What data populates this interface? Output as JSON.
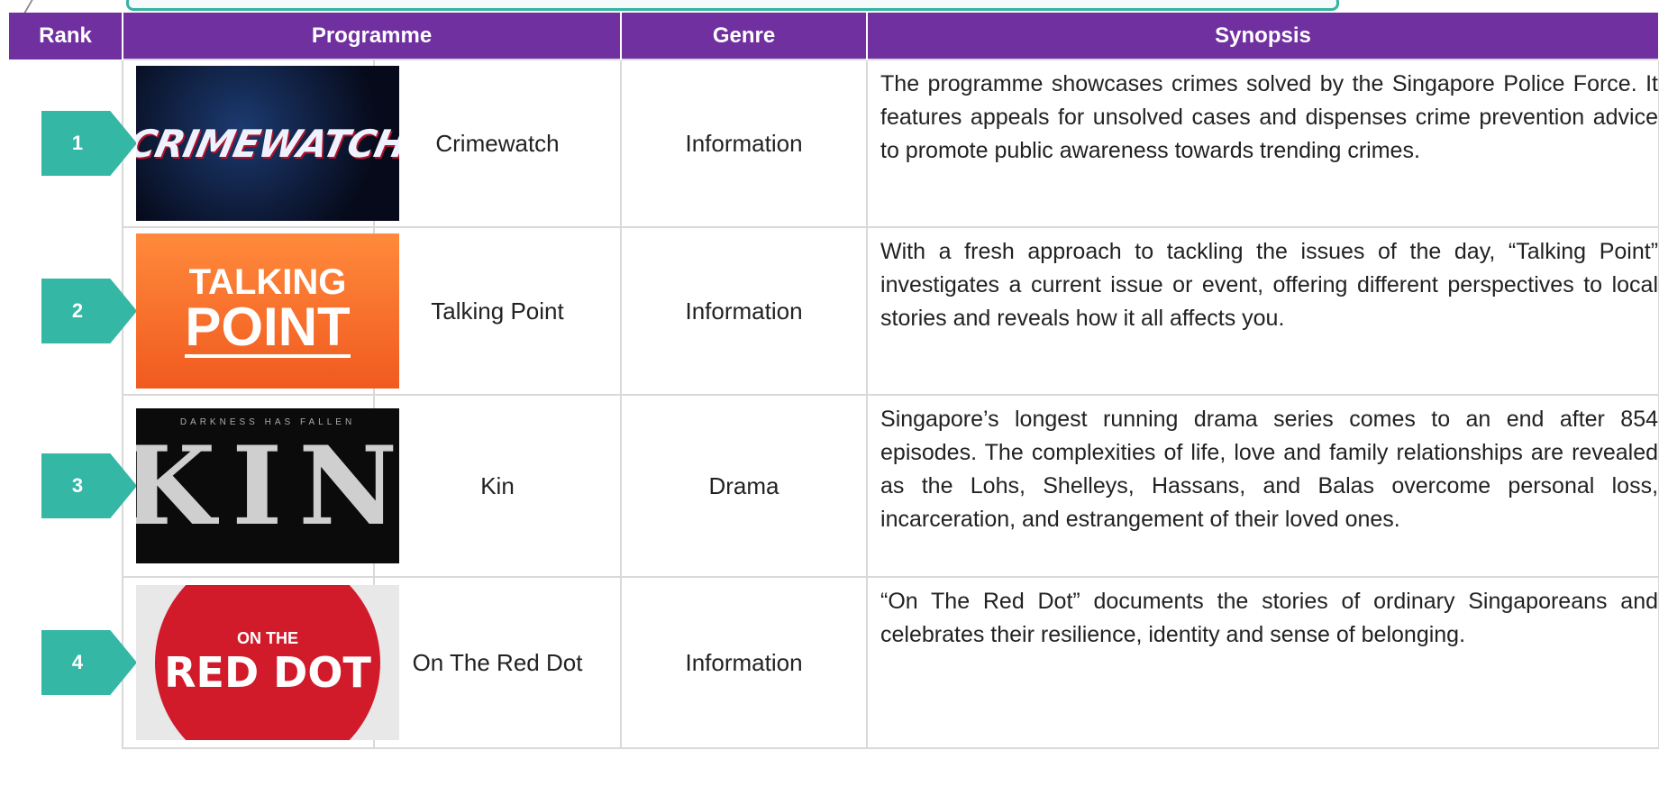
{
  "header": {
    "rank": "Rank",
    "programme": "Programme",
    "genre": "Genre",
    "synopsis": "Synopsis"
  },
  "rows": [
    {
      "rank": "1",
      "programme": "Crimewatch",
      "genre": "Information",
      "logo_text": "CRIMEWATCH",
      "synopsis": "The programme showcases crimes solved by the Singapore Police Force. It features appeals for unsolved cases and dispenses crime prevention advice to promote public awareness towards trending crimes."
    },
    {
      "rank": "2",
      "programme": "Talking Point",
      "genre": "Information",
      "logo_line1": "TALKING",
      "logo_line2": "POINT",
      "synopsis": "With a fresh approach to tackling the issues of the day, “Talking Point” investigates a current issue or event, offering different perspectives to local stories and reveals how it all affects you."
    },
    {
      "rank": "3",
      "programme": "Kin",
      "genre": "Drama",
      "logo_tagline": "DARKNESS HAS FALLEN",
      "logo_text": "KIN",
      "synopsis": "Singapore’s longest running drama series comes to an end after 854 episodes. The complexities of life, love and family relationships are revealed as the Lohs, Shelleys, Hassans, and Balas overcome personal loss, incarceration, and estrangement of their loved ones."
    },
    {
      "rank": "4",
      "programme": "On The Red Dot",
      "genre": "Information",
      "logo_small": "ON THE",
      "logo_big": "RED DOT",
      "synopsis": "“On The Red Dot” documents the stories of ordinary Singaporeans and celebrates their resilience, identity and sense of belonging."
    }
  ],
  "colors": {
    "header_bg": "#7030a0",
    "rank_arrow": "#35b7a6",
    "top_bar_border": "#34b3a0"
  }
}
